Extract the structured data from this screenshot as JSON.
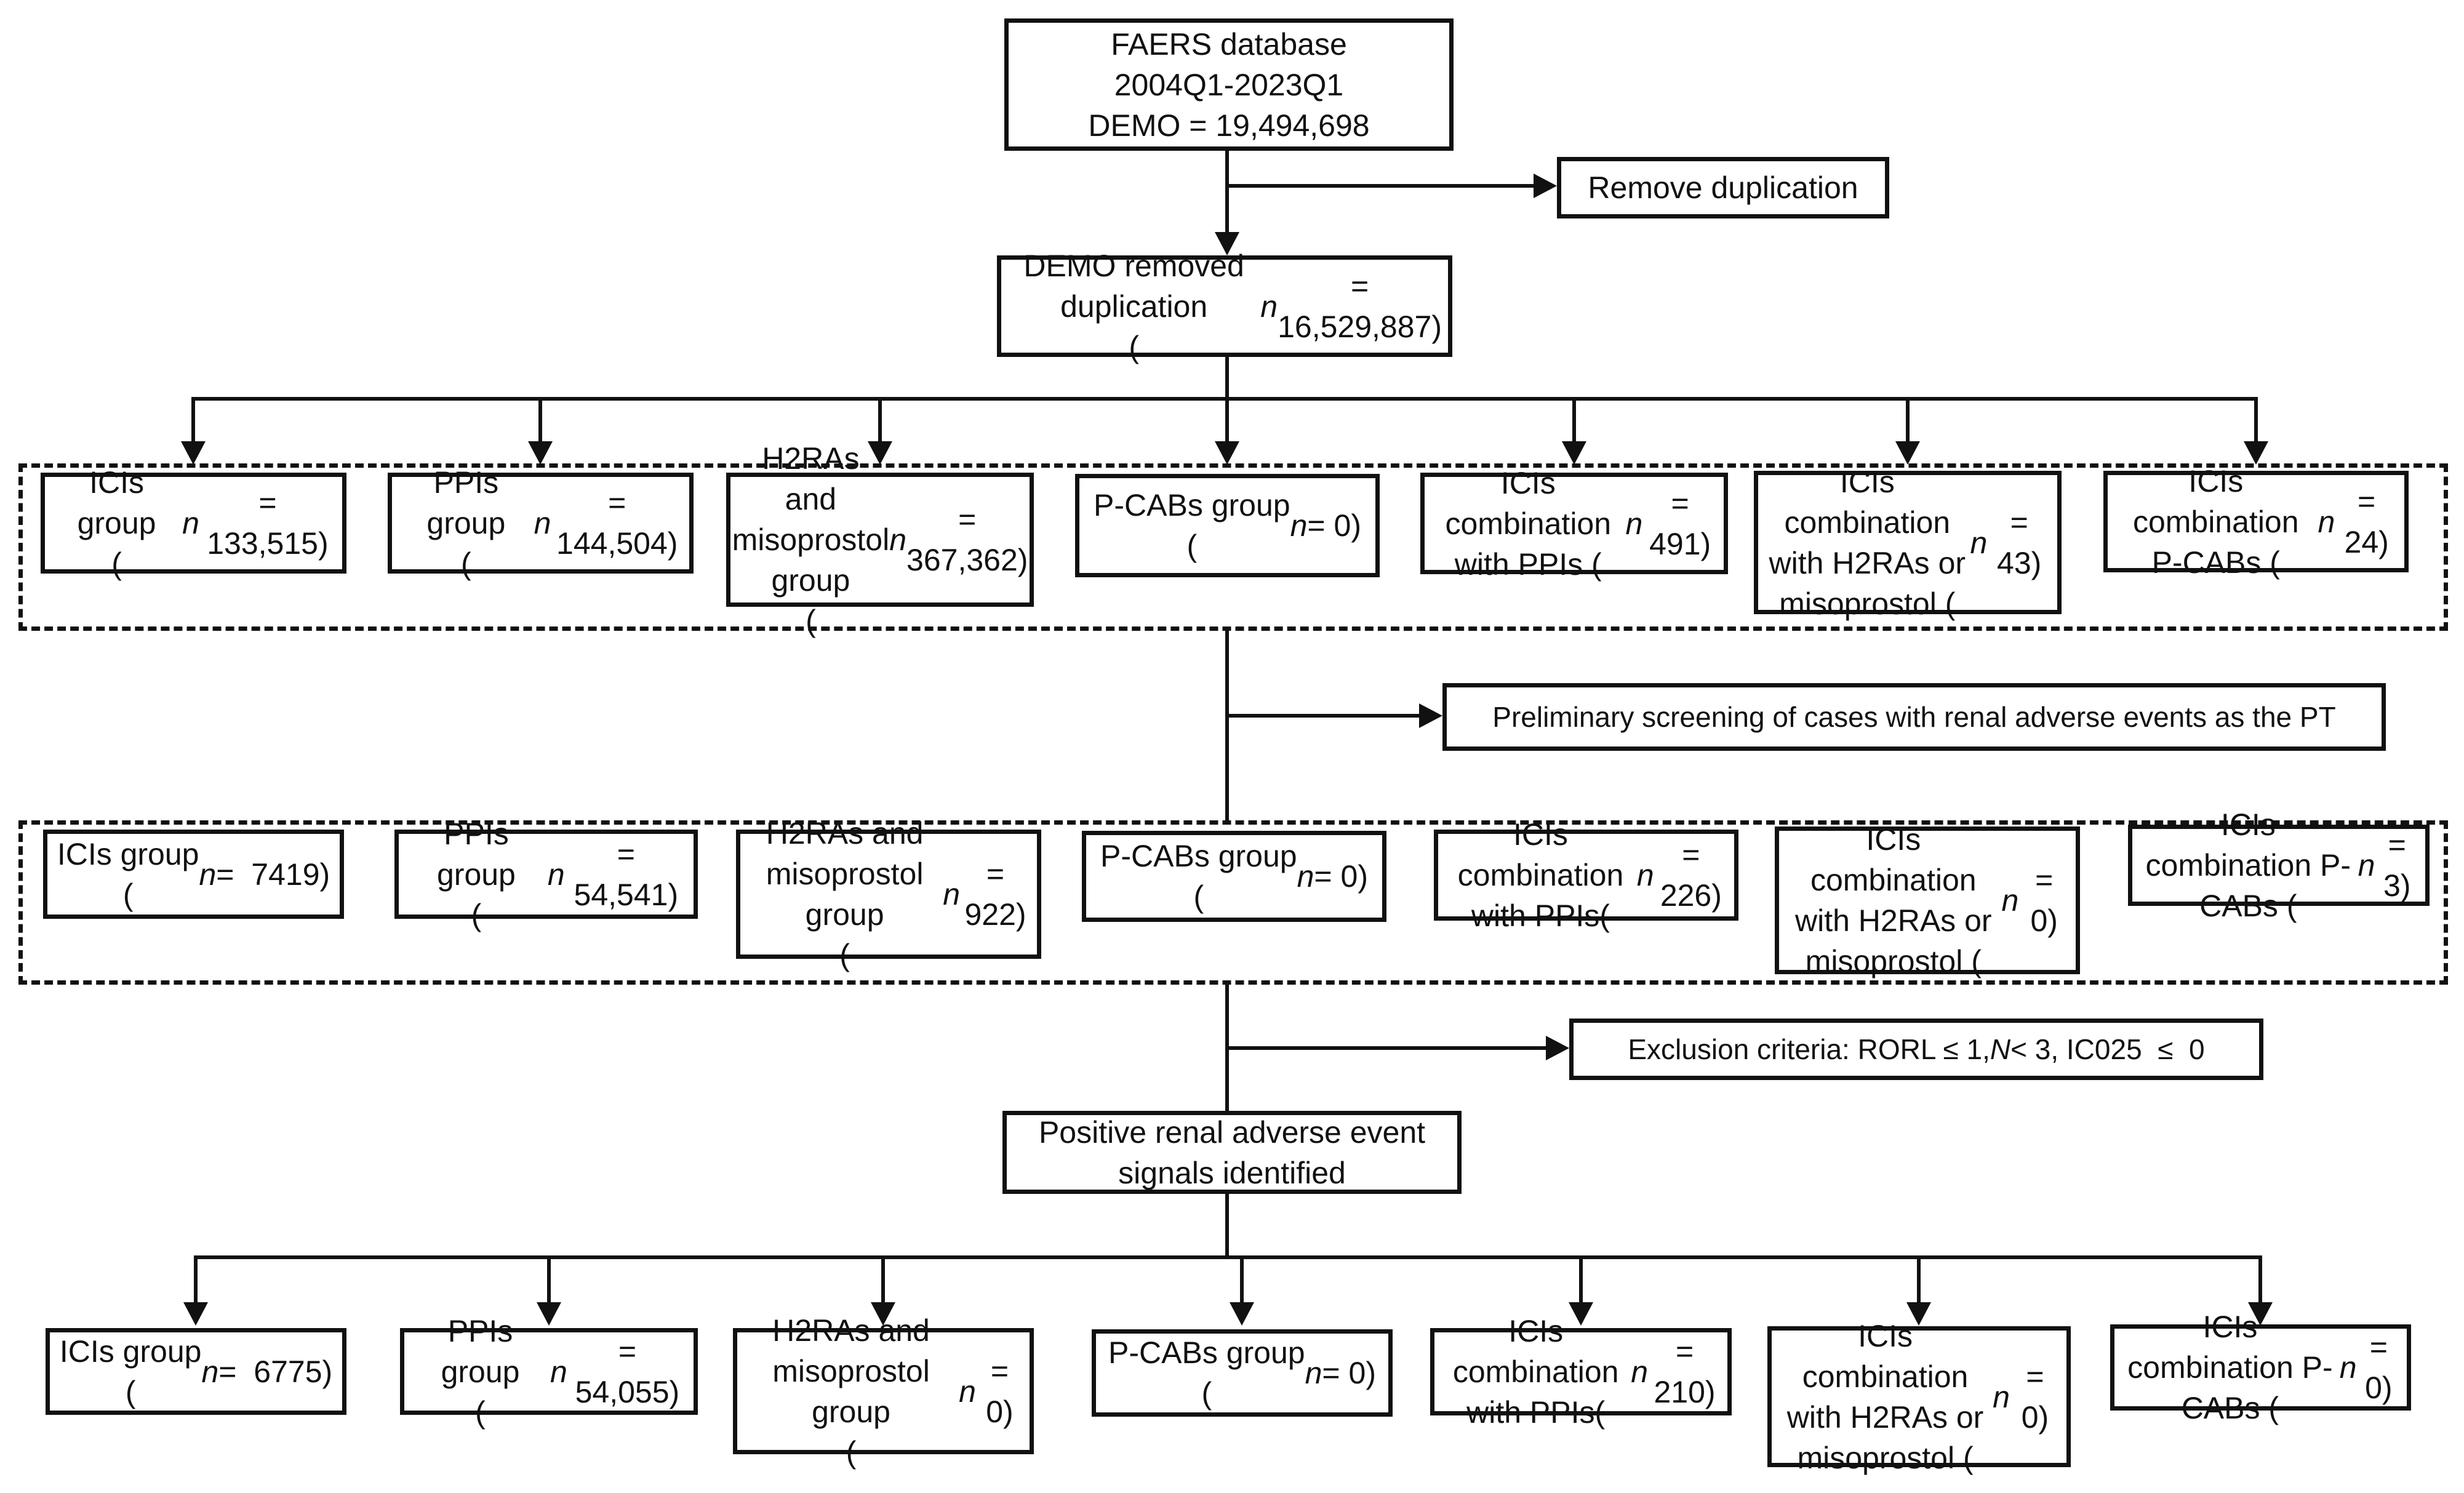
{
  "diagram": {
    "colors": {
      "line": "#111111",
      "background": "#ffffff",
      "text": "#111111"
    },
    "faers_box": "FAERS database\n2004Q1-2023Q1\nDEMO = 19,494,698",
    "remove_duplication_box": "Remove duplication",
    "demo_dedup_box": "DEMO removed duplication\n(n = 16,529,887)",
    "screening_box": "Preliminary screening of cases with renal adverse events as the PT",
    "exclusion_box": "Exclusion criteria: RORL ≤ 1, N < 3, IC025  ≤  0",
    "positive_box": "Positive renal adverse event\nsignals identified",
    "row1": {
      "boxes": [
        "ICIs group\n(n = 133,515)",
        "PPIs group\n(n = 144,504)",
        "H2RAs and\nmisoprostol group\n(n = 367,362)",
        "P-CABs group\n(n = 0)",
        "ICIs combination\nwith PPIs (n = 491)",
        "ICIs combination\nwith H2RAs or\nmisoprostol (n = 43)",
        "ICIs combination\nP-CABs (n = 24)"
      ]
    },
    "row2": {
      "boxes": [
        "ICIs group\n(n =  7419)",
        "PPIs group\n(n = 54,541)",
        "H2RAs and\nmisoprostol group\n(n = 922)",
        "P-CABs group\n(n = 0)",
        "ICIs combination\nwith PPIs(n = 226)",
        "ICIs combination\nwith H2RAs or\nmisoprostol (n = 0)",
        "ICIs combination P-\nCABs (n = 3)"
      ]
    },
    "row3": {
      "boxes": [
        "ICIs group\n(n =  6775)",
        "PPIs group\n(n = 54,055)",
        "H2RAs and\nmisoprostol group\n(n = 0)",
        "P-CABs group\n(n = 0)",
        "ICIs combination\nwith PPIs(n = 210)",
        "ICIs combination\nwith H2RAs or\nmisoprostol (n = 0)",
        "ICIs combination P-\nCABs (n = 0)"
      ]
    }
  }
}
